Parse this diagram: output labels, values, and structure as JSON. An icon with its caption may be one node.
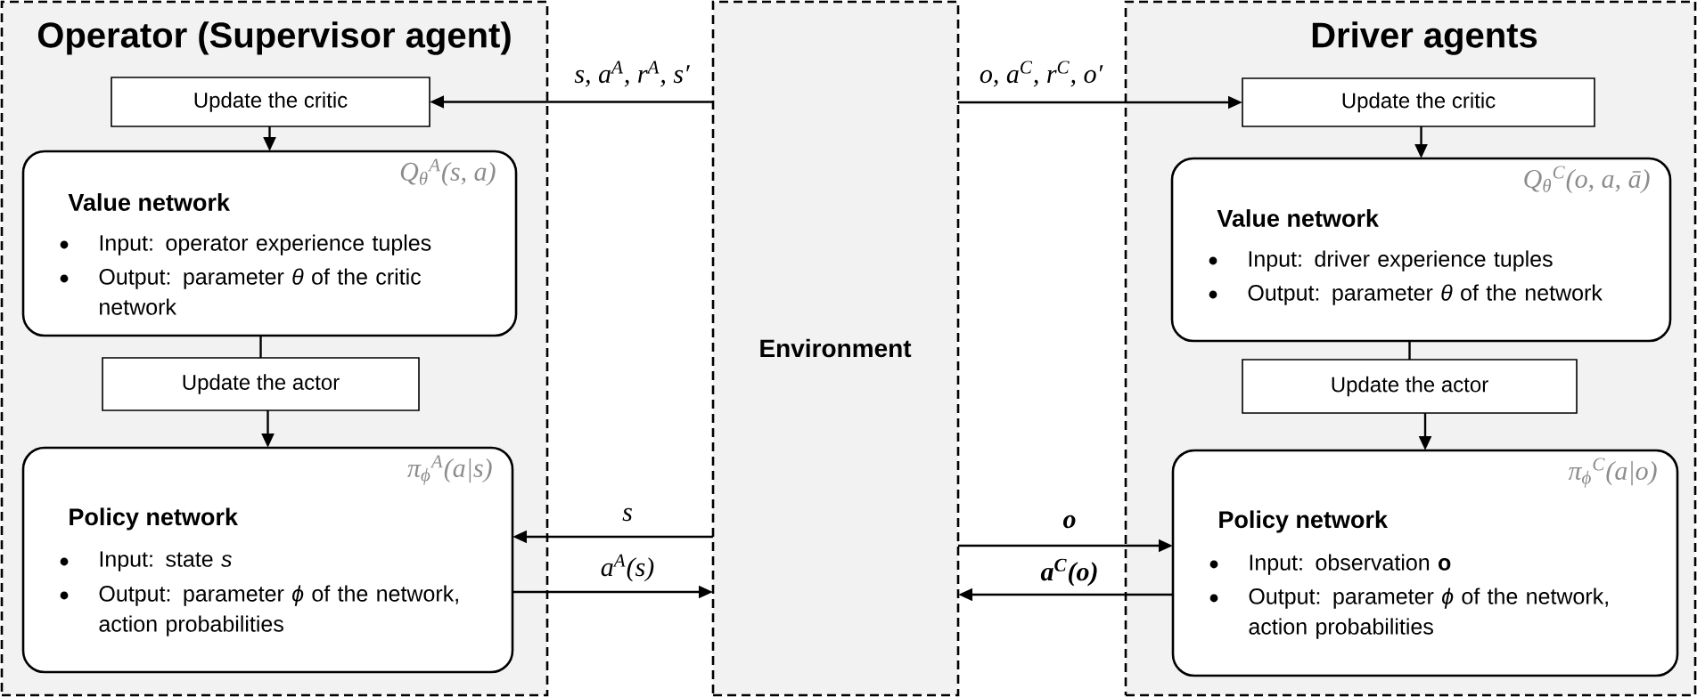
{
  "diagram": {
    "nodes": [
      {
        "text": [
          "Operator (Supervisor agent)"
        ]
      },
      {
        "text": [
          "Update the critic"
        ],
        "in": 0
      },
      {
        "text": [
          "Q$_{θ}$$^{A}$(s, a)",
          "Value network",
          "Input: operator experience tuples",
          "Output: parameter *θ* of the critic network"
        ],
        "in": 0
      },
      {
        "text": [
          "Update the actor"
        ],
        "in": 0
      },
      {
        "text": [
          "π$_{ϕ}$$^{A}$(a|s)",
          "Policy network",
          "Input: state *s*",
          "Output: parameter *ϕ* of the network, action probabilities"
        ],
        "in": 0
      },
      {
        "text": [
          "Environment"
        ]
      },
      {
        "text": [
          "Driver agents"
        ]
      },
      {
        "text": [
          "Update the critic"
        ],
        "in": 6
      },
      {
        "text": [
          "Q$_{θ}$$^{C}$(o, a, ā)",
          "Value network",
          "Input: driver experience tuples",
          "Output: parameter *θ* of the network"
        ],
        "in": 6
      },
      {
        "text": [
          "Update the actor"
        ],
        "in": 6
      },
      {
        "text": [
          "π$_{ϕ}$$^{C}$(a|o)",
          "Policy network",
          "Input: observation **o**",
          "Output: parameter *ϕ* of the network, action probabilities"
        ],
        "in": 6
      }
    ],
    "edges": [
      {
        "from": 5,
        "to": 1,
        "arrow": "to",
        "label": "s, a$^{A}$, r$^{A}$, s′"
      },
      {
        "from": 1,
        "to": 2,
        "arrow": "to"
      },
      {
        "from": 2,
        "to": 3,
        "arrow": "none"
      },
      {
        "from": 3,
        "to": 4,
        "arrow": "to"
      },
      {
        "from": 5,
        "to": 4,
        "arrow": "to",
        "label": "s"
      },
      {
        "from": 4,
        "to": 5,
        "arrow": "to",
        "label": "a$^{A}$(s)"
      },
      {
        "from": 5,
        "to": 7,
        "arrow": "to",
        "label": "o, a$^{C}$, r$^{C}$, o′"
      },
      {
        "from": 7,
        "to": 8,
        "arrow": "to"
      },
      {
        "from": 8,
        "to": 9,
        "arrow": "none"
      },
      {
        "from": 9,
        "to": 10,
        "arrow": "to"
      },
      {
        "from": 5,
        "to": 10,
        "arrow": "to",
        "label": "o"
      },
      {
        "from": 10,
        "to": 5,
        "arrow": "to",
        "label": "a$^{C}$(o)"
      }
    ]
  }
}
